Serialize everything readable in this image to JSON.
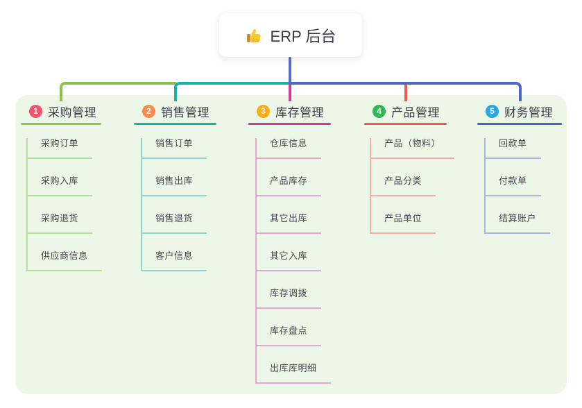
{
  "root": {
    "label": "ERP 后台",
    "icon": "thumbs-up-icon"
  },
  "colors": {
    "canvas_bg": "#ffffff",
    "panel_bg": "#edf7e8",
    "root_stem": "#5a6acb",
    "root_text": "#3c3c49",
    "branch_label_text": "#3b3b46",
    "child_text": "#47474f"
  },
  "branches": [
    {
      "badge": "1",
      "label": "采购管理",
      "badge_color": "#f2536e",
      "line_color": "#8ac24a",
      "child_line_color": "#b7dc9b",
      "children": [
        "采购订单",
        "采购入库",
        "采购退货",
        "供应商信息"
      ]
    },
    {
      "badge": "2",
      "label": "销售管理",
      "badge_color": "#fa8b4d",
      "line_color": "#17b3a6",
      "child_line_color": "#8ed6cc",
      "children": [
        "销售订单",
        "销售出库",
        "销售退货",
        "客户信息"
      ]
    },
    {
      "badge": "3",
      "label": "库存管理",
      "badge_color": "#fbad18",
      "line_color": "#ce3b98",
      "child_line_color": "#eba4d2",
      "children": [
        "仓库信息",
        "产品库存",
        "其它出库",
        "其它入库",
        "库存调拨",
        "库存盘点",
        "出库库明细"
      ]
    },
    {
      "badge": "4",
      "label": "产品管理",
      "badge_color": "#30b852",
      "line_color": "#f05b55",
      "child_line_color": "#f6aca8",
      "children": [
        "产品（物料）",
        "产品分类",
        "产品单位"
      ]
    },
    {
      "badge": "5",
      "label": "财务管理",
      "badge_color": "#2aa7e3",
      "line_color": "#4767c9",
      "child_line_color": "#a8b8e0",
      "children": [
        "回款单",
        "付款单",
        "结算账户"
      ]
    }
  ]
}
